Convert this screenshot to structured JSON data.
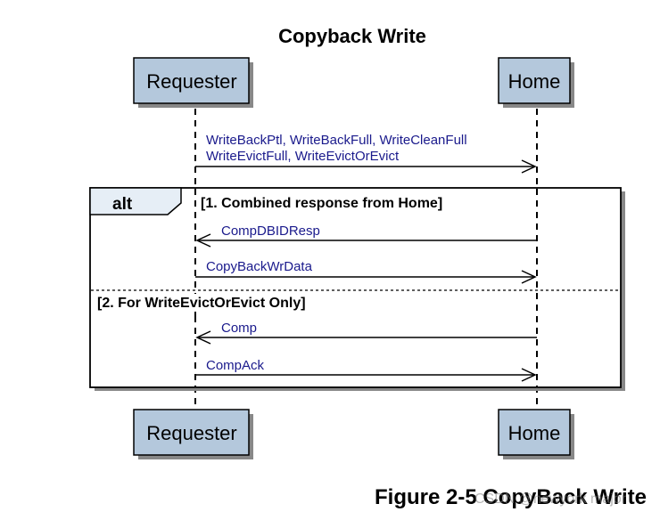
{
  "diagram": {
    "title": "Copyback Write",
    "participants": [
      {
        "id": "requester",
        "label": "Requester"
      },
      {
        "id": "home",
        "label": "Home"
      }
    ],
    "initial_message": {
      "from": "requester",
      "to": "home",
      "lines": [
        "WriteBackPtl, WriteBackFull, WriteCleanFull",
        "WriteEvictFull, WriteEvictOrEvict"
      ]
    },
    "fragment": {
      "operator": "alt",
      "operands": [
        {
          "guard": "[1. Combined response from Home]",
          "messages": [
            {
              "from": "home",
              "to": "requester",
              "label": "CompDBIDResp"
            },
            {
              "from": "requester",
              "to": "home",
              "label": "CopyBackWrData"
            }
          ]
        },
        {
          "guard": "[2. For WriteEvictOrEvict Only]",
          "messages": [
            {
              "from": "home",
              "to": "requester",
              "label": "Comp"
            },
            {
              "from": "requester",
              "to": "home",
              "label": "CompAck"
            }
          ]
        }
      ]
    },
    "caption": "Figure 2-5 CopyBack Write",
    "watermark": "CSDN @newyork major",
    "colors": {
      "participant_fill": "#b4c8dc",
      "participant_shadow": "#888888",
      "message_text": "#1a1a8c",
      "alt_tab_fill": "#e6eef6"
    }
  }
}
